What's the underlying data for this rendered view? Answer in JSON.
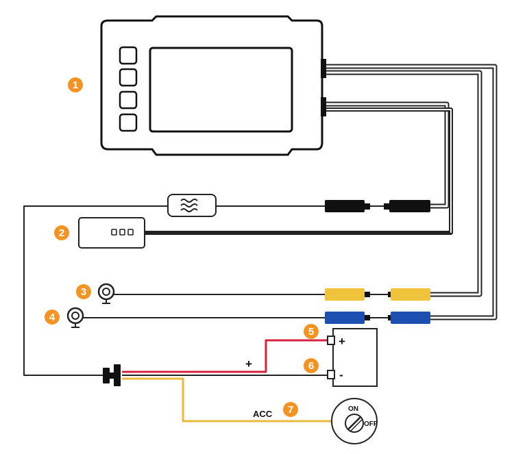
{
  "markers": {
    "m1": "1",
    "m2": "2",
    "m3": "3",
    "m4": "4",
    "m5": "5",
    "m6": "6",
    "m7": "7"
  },
  "labels": {
    "acc": "ACC",
    "plus_wire": "+",
    "battery_plus": "+",
    "battery_minus": "-",
    "ignition_on": "ON",
    "ignition_off": "OFF"
  },
  "colors": {
    "marker": "#f39323",
    "wire": "#1a1a1a",
    "red_wire": "#d4213d",
    "yellow_wire": "#e8b93c",
    "yellow_connector": "#f0c33c",
    "blue_connector": "#1d4fb0"
  },
  "icons": {
    "wifi_module": "wave-icon",
    "camera_3": "camera-icon",
    "camera_4": "camera-icon",
    "ignition": "ignition-key-icon"
  }
}
